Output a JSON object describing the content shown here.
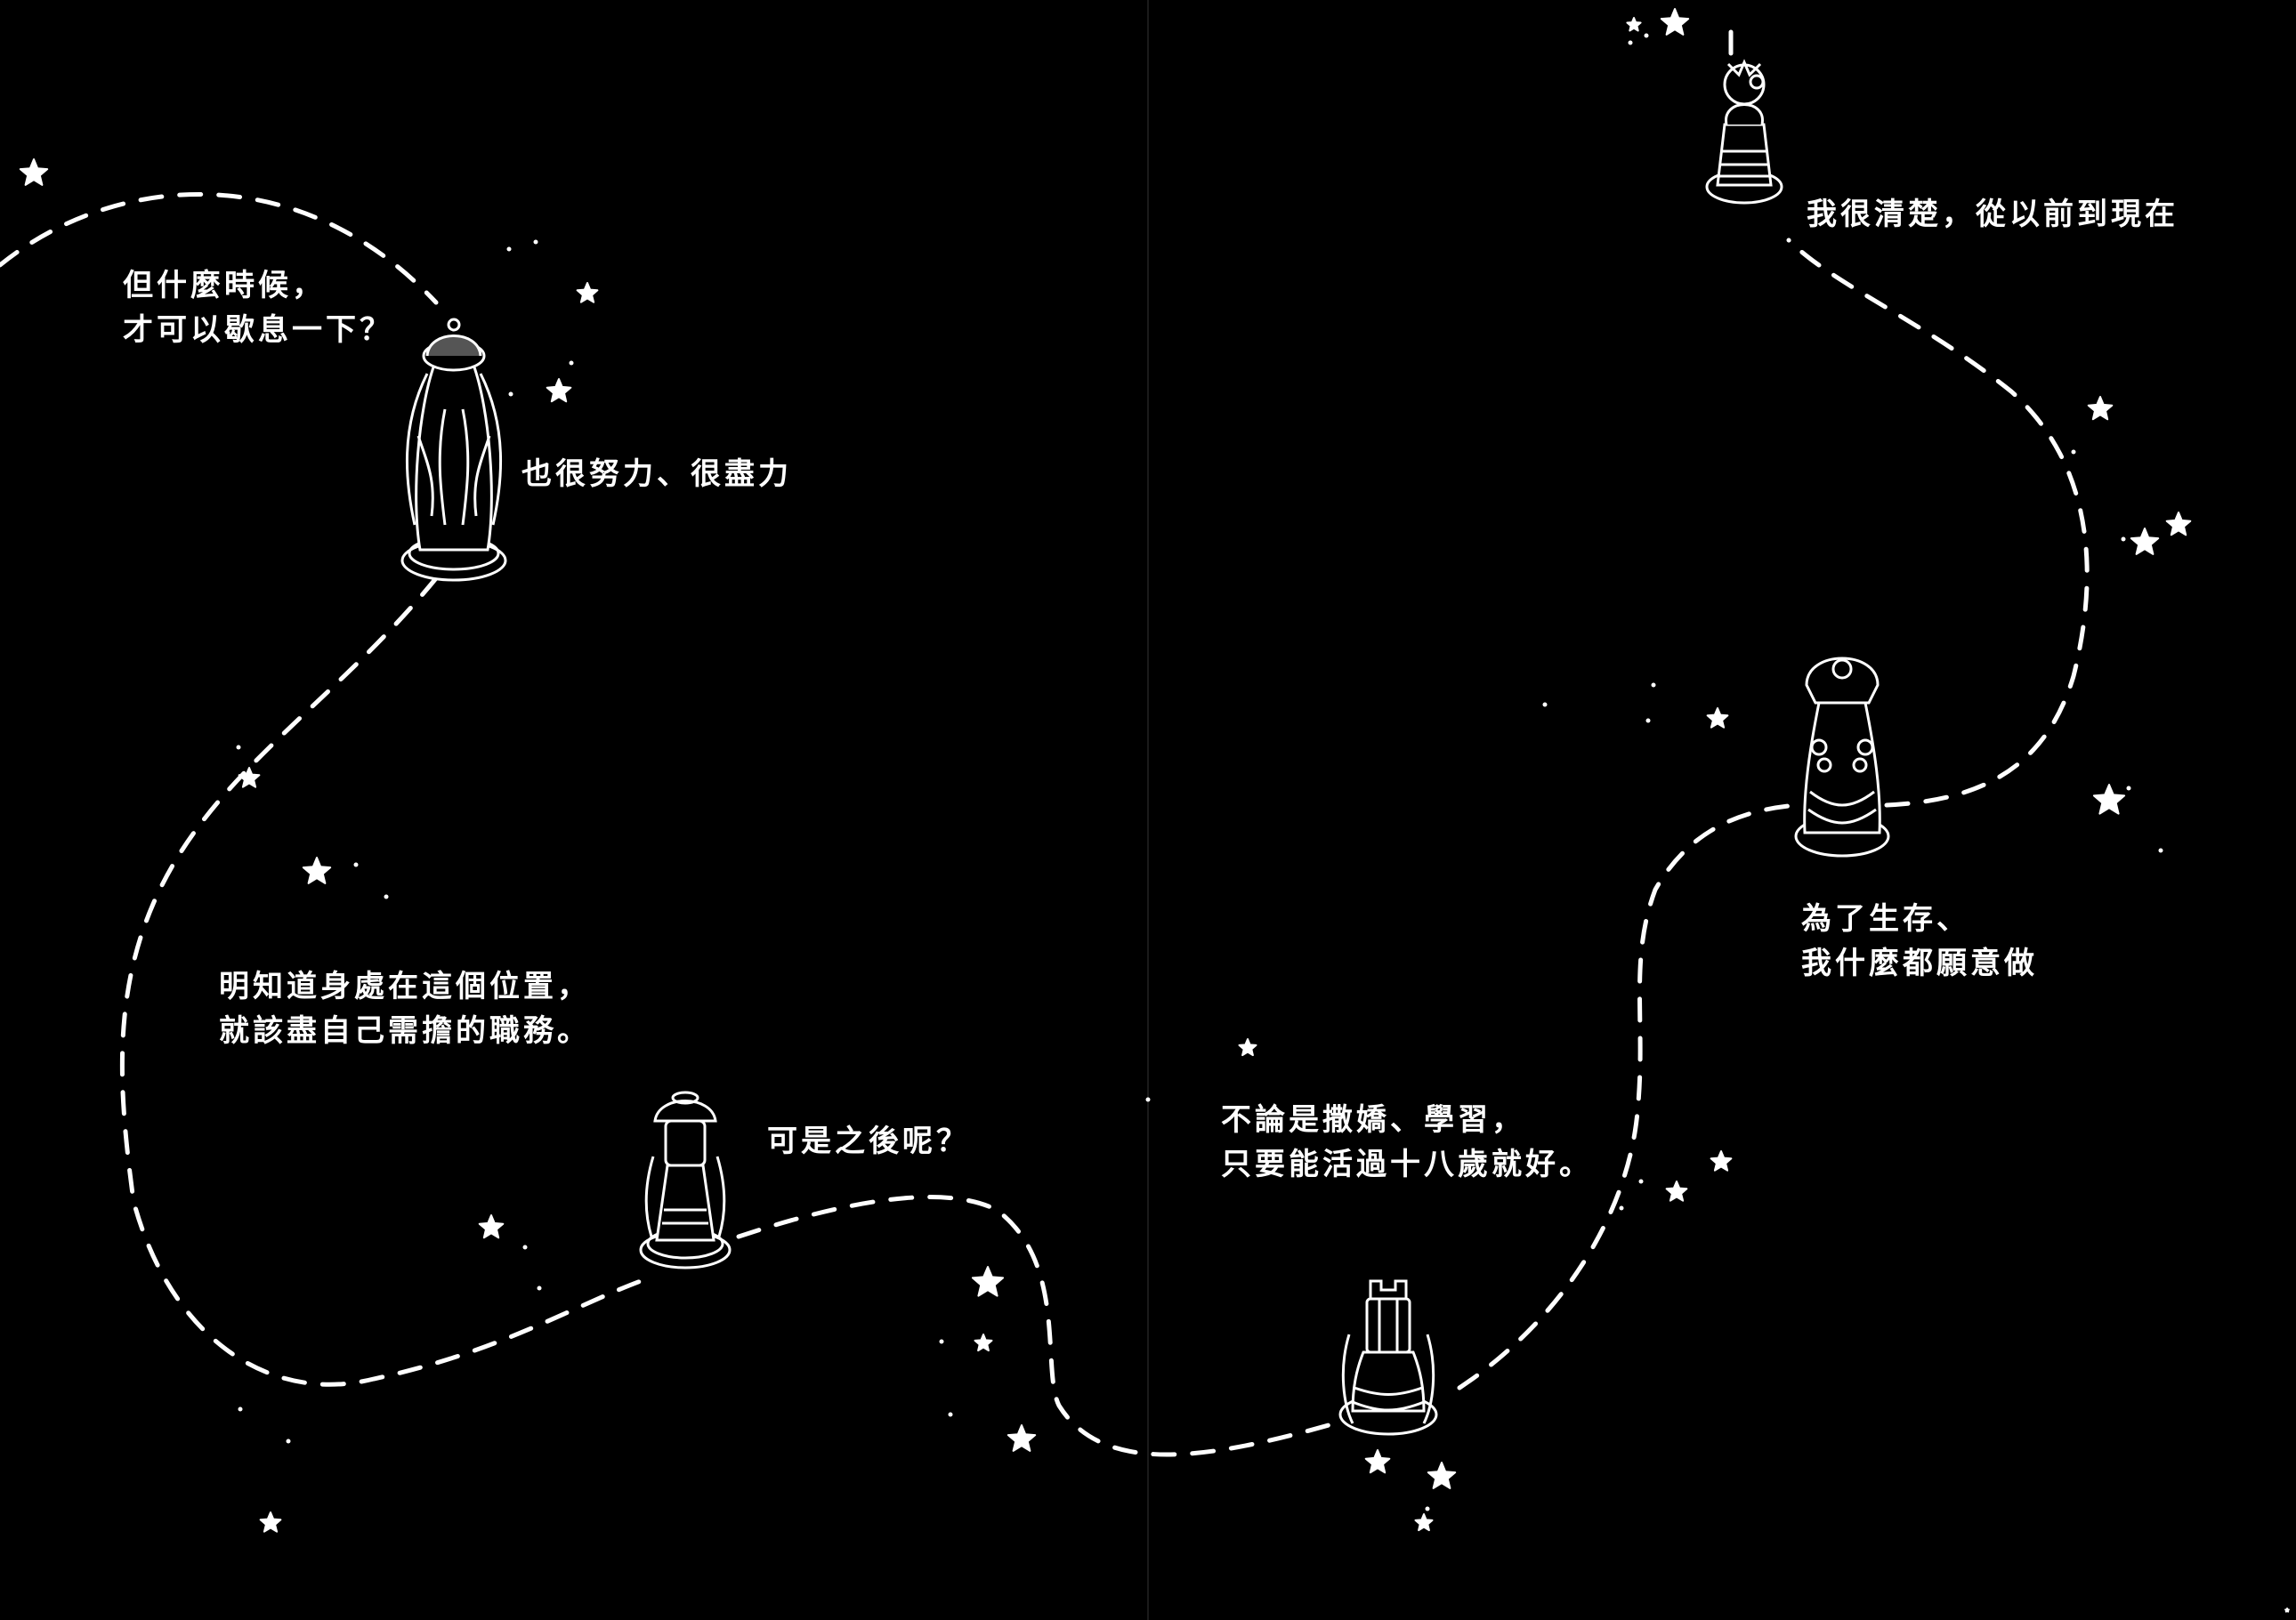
{
  "page": {
    "background": "#000000",
    "line_color": "#ffffff",
    "gutter_color": "#1a1a1a"
  },
  "captions": {
    "c1": {
      "line1": "但什麼時候，",
      "line2": "才可以歇息一下？"
    },
    "c2": {
      "line1": "也很努力、很盡力"
    },
    "c3": {
      "line1": "明知道身處在這個位置，",
      "line2": "就該盡自己需擔的職務。"
    },
    "c4": {
      "line1": "可是之後呢？"
    },
    "c5": {
      "line1": "我很清楚，從以前到現在"
    },
    "c6": {
      "line1": "為了生存、",
      "line2": "我什麼都願意做"
    },
    "c7": {
      "line1": "不論是撒嬌、學習，",
      "line2": "只要能活過十八歲就好。"
    }
  },
  "figures": [
    {
      "piece": "queen-chess-piece"
    },
    {
      "piece": "bishop-chess-piece"
    },
    {
      "piece": "pawn-chess-piece"
    },
    {
      "piece": "queen-chess-piece"
    },
    {
      "piece": "rook-chess-piece"
    }
  ],
  "icons": {
    "star": "star-icon"
  }
}
